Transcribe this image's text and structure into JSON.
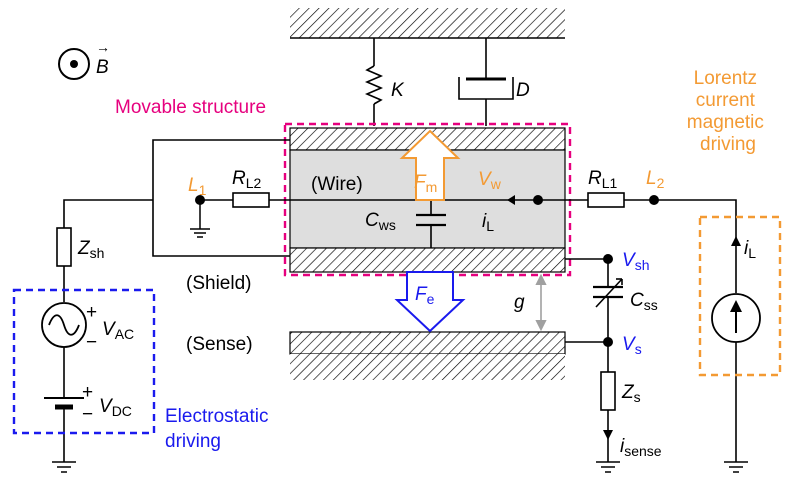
{
  "colors": {
    "magenta": "#e6007e",
    "orange": "#f39a33",
    "blue": "#1a1aee",
    "box_fill": "#dedede",
    "gray_arrow": "#a0a0a0"
  },
  "labels": {
    "b_arrow": "→",
    "b_letter": "B",
    "k": "K",
    "d": "D",
    "movable_structure": "Movable structure",
    "lorentz_line1": "Lorentz",
    "lorentz_line2": "current",
    "lorentz_line3": "magnetic",
    "lorentz_line4": "driving",
    "l1_main": "L",
    "l1_sub": "1",
    "rl2_main": "R",
    "rl2_sub": "L2",
    "wire": "(Wire)",
    "fm_main": "F",
    "fm_sub": "m",
    "vw_main": "V",
    "vw_sub": "w",
    "rl1_main": "R",
    "rl1_sub": "L1",
    "l2_main": "L",
    "l2_sub": "2",
    "cws_main": "C",
    "cws_sub": "ws",
    "il_main": "i",
    "il_sub": "L",
    "il_right_main": "i",
    "il_right_sub": "L",
    "zsh_main": "Z",
    "zsh_sub": "sh",
    "shield": "(Shield)",
    "vsh_main": "V",
    "vsh_sub": "sh",
    "fe_main": "F",
    "fe_sub": "e",
    "g": "g",
    "css_main": "C",
    "css_sub": "ss",
    "vac_plus": "+",
    "vac_minus": "−",
    "vac_main": "V",
    "vac_sub": "AC",
    "sense": "(Sense)",
    "vs_main": "V",
    "vs_sub": "s",
    "zs_main": "Z",
    "zs_sub": "s",
    "vdc_plus": "+",
    "vdc_minus": "−",
    "vdc_main": "V",
    "vdc_sub": "DC",
    "electrostatic_line1": "Electrostatic",
    "electrostatic_line2": "driving",
    "isense_main": "i",
    "isense_sub": "sense"
  }
}
